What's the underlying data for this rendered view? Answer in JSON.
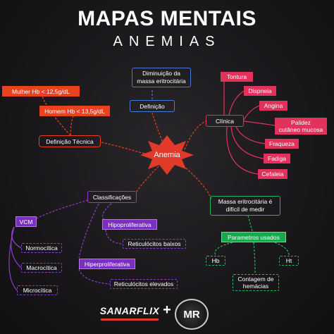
{
  "header": {
    "title": "MAPAS MENTAIS",
    "subtitle": "ANEMIAS"
  },
  "center": {
    "label": "Anemia"
  },
  "definicao": {
    "label": "Definição",
    "child": "Diminuição da\nmassa eritrocitária"
  },
  "definicao_tecnica": {
    "label": "Definição Técnica",
    "items": [
      "Mulher Hb < 12,5g/dL",
      "Homem Hb < 13,5g/dL"
    ]
  },
  "clinica": {
    "label": "Clínica",
    "items": [
      "Tontura",
      "Dispneia",
      "Angina",
      "Palidez\ncutâneo mucosa",
      "Fraqueza",
      "Fadiga",
      "Cefaleia"
    ]
  },
  "classificacoes": {
    "label": "Classificações",
    "vcm": {
      "label": "VCM",
      "items": [
        "Normocítica",
        "Macrocítica",
        "Microcítica"
      ]
    },
    "hipo": {
      "label": "Hipoproliferativa",
      "detail": "Reticulócitos baixos"
    },
    "hiper": {
      "label": "Hiperproliferativa",
      "detail": "Reticulócitos elevados"
    }
  },
  "massa": {
    "label": "Massa eritrocitária é\ndifícil de medir",
    "params": {
      "label": "Parametros usados",
      "items": [
        "Hb",
        "Ht",
        "Contagem de\nhemácias"
      ]
    }
  },
  "footer": {
    "logo1": "SANARFLIX",
    "plus": "+",
    "logo2": "MR"
  },
  "colors": {
    "center": "#e23a2a",
    "definicao": "#e8421f",
    "clinica": "#e2325c",
    "classificacoes": "#8a3fc8",
    "massa": "#20b85a",
    "blue": "#4a78d6"
  }
}
